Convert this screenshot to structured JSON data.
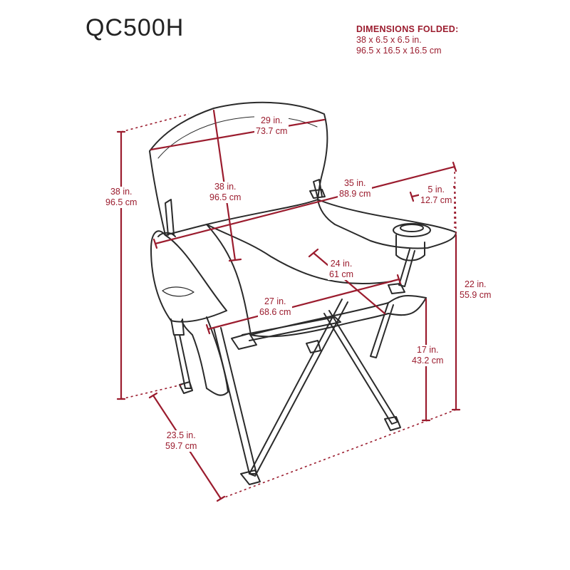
{
  "model": "QC500H",
  "folded": {
    "heading": "DIMENSIONS FOLDED:",
    "imperial": "38  x  6.5  x  6.5 in.",
    "metric": "96.5  x  16.5  x  16.5 cm"
  },
  "dimensions": {
    "back_width": {
      "in": "29 in.",
      "cm": "73.7 cm"
    },
    "back_height": {
      "in": "38 in.",
      "cm": "96.5 cm"
    },
    "overall_height": {
      "in": "38 in.",
      "cm": "96.5 cm"
    },
    "overall_width": {
      "in": "35 in.",
      "cm": "88.9 cm"
    },
    "cupholder": {
      "in": "5 in.",
      "cm": "12.7 cm"
    },
    "seat_depth": {
      "in": "24 in.",
      "cm": "61 cm"
    },
    "seat_width": {
      "in": "27 in.",
      "cm": "68.6 cm"
    },
    "arm_height": {
      "in": "22 in.",
      "cm": "55.9 cm"
    },
    "seat_height": {
      "in": "17 in.",
      "cm": "43.2 cm"
    },
    "depth": {
      "in": "23.5 in.",
      "cm": "59.7 cm"
    }
  },
  "colors": {
    "dimension": "#9b1c2e",
    "outline": "#2a2a2a"
  }
}
